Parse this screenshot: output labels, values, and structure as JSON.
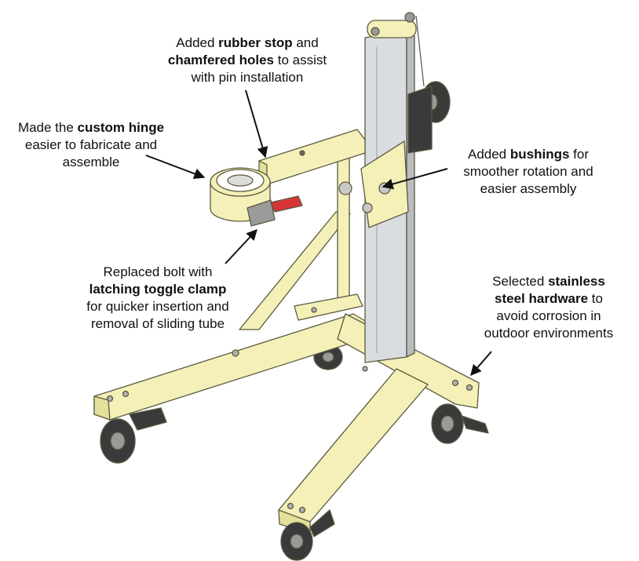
{
  "callouts": {
    "rubber_stop": {
      "line1_pre": "Added ",
      "line1_bold": "rubber stop",
      "line1_post": " and",
      "line2_bold": "chamfered holes",
      "line2_post": " to assist",
      "line3": "with pin installation"
    },
    "custom_hinge": {
      "line1_pre": "Made the ",
      "line1_bold": "custom hinge",
      "line2": "easier to fabricate and",
      "line3": "assemble"
    },
    "bushings": {
      "line1_pre": "Added ",
      "line1_bold": "bushings",
      "line1_post": " for",
      "line2": "smoother rotation and",
      "line3": "easier assembly"
    },
    "toggle_clamp": {
      "line1": "Replaced bolt with",
      "line2_bold": "latching toggle clamp",
      "line3": "for quicker insertion and",
      "line4": "removal of sliding tube"
    },
    "stainless": {
      "line1_pre": "Selected ",
      "line1_bold": "stainless",
      "line2_bold": "steel hardware",
      "line2_post": " to",
      "line3": "avoid corrosion in",
      "line4": "outdoor environments"
    }
  },
  "colors": {
    "frame_yellow": "#f4f0b8",
    "frame_edge": "#5a5a40",
    "mast_gray": "#d9dde0",
    "wheel_dark": "#3a3a3a",
    "clamp_red": "#d8343a",
    "text": "#111111"
  }
}
